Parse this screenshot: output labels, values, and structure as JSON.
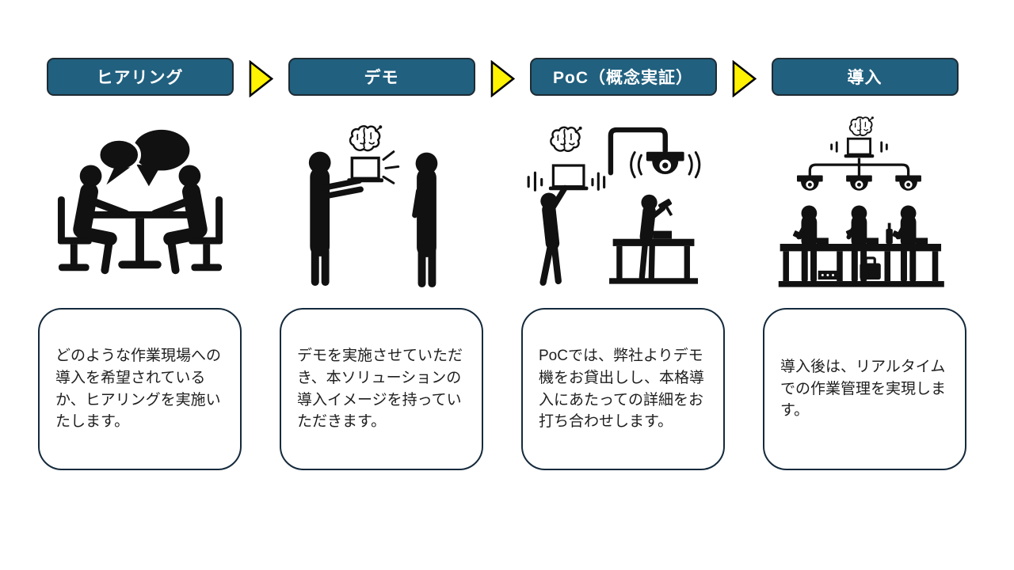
{
  "slide": {
    "background": "#ffffff",
    "type": "process-flow",
    "step_count": 4
  },
  "colors": {
    "header_fill": "#21607F",
    "header_border": "#1E2B33",
    "header_text": "#FFFFFF",
    "arrow_fill": "#FFF203",
    "arrow_border": "#000000",
    "box_border": "#152A3C",
    "body_text": "#1E1E1E",
    "pictogram": "#111111"
  },
  "steps": [
    {
      "title": "ヒアリング",
      "icon": "meeting-discussion-icon",
      "description": "どのような作業現場への導入を希望されているか、ヒアリングを実施いたします。"
    },
    {
      "title": "デモ",
      "icon": "laptop-demo-presentation-icon",
      "description": "デモを実施させていただき、本ソリューションの導入イメージを持っていただきます。"
    },
    {
      "title": "PoC（概念実証）",
      "icon": "poc-camera-test-icon",
      "description": "PoCでは、弊社よりデモ機をお貸出しし、本格導入にあたっての詳細をお打ち合わせします。"
    },
    {
      "title": "導入",
      "icon": "deployment-monitoring-icon",
      "description": "導入後は、リアルタイムでの作業管理を実現します。"
    }
  ]
}
